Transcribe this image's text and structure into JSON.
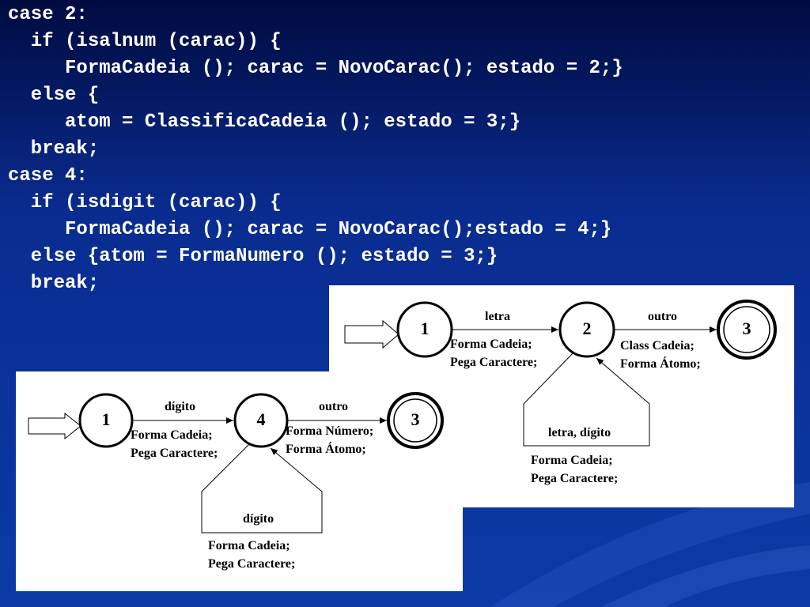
{
  "code_lines": [
    "case 2:",
    "  if (isalnum (carac)) {",
    "     FormaCadeia (); carac = NovoCarac(); estado = 2;}",
    "  else {",
    "     atom = ClassificaCadeia (); estado = 3;}",
    "  break;",
    "case 4:",
    "  if (isdigit (carac)) {",
    "     FormaCadeia (); carac = NovoCarac();estado = 4;}",
    "  else {atom = FormaNumero (); estado = 3;}",
    "  break;"
  ],
  "diagram_a": {
    "states": [
      "1",
      "2",
      "3"
    ],
    "edge_letter": "letra",
    "edge_other": "outro",
    "edge_loop": "letra, dígito",
    "action_1_2": [
      "Forma Cadeia;",
      "Pega Caractere;"
    ],
    "action_2_3": [
      "Class Cadeia;",
      "Forma Átomo;"
    ],
    "action_loop": [
      "Forma Cadeia;",
      "Pega Caractere;"
    ]
  },
  "diagram_b": {
    "states": [
      "1",
      "4",
      "3"
    ],
    "edge_digit": "dígito",
    "edge_other": "outro",
    "edge_loop": "dígito",
    "action_1_4": [
      "Forma Cadeia;",
      "Pega Caractere;"
    ],
    "action_4_3": [
      "Forma Número;",
      "Forma Átomo;"
    ],
    "action_loop": [
      "Forma Cadeia;",
      "Pega Caractere;"
    ]
  }
}
